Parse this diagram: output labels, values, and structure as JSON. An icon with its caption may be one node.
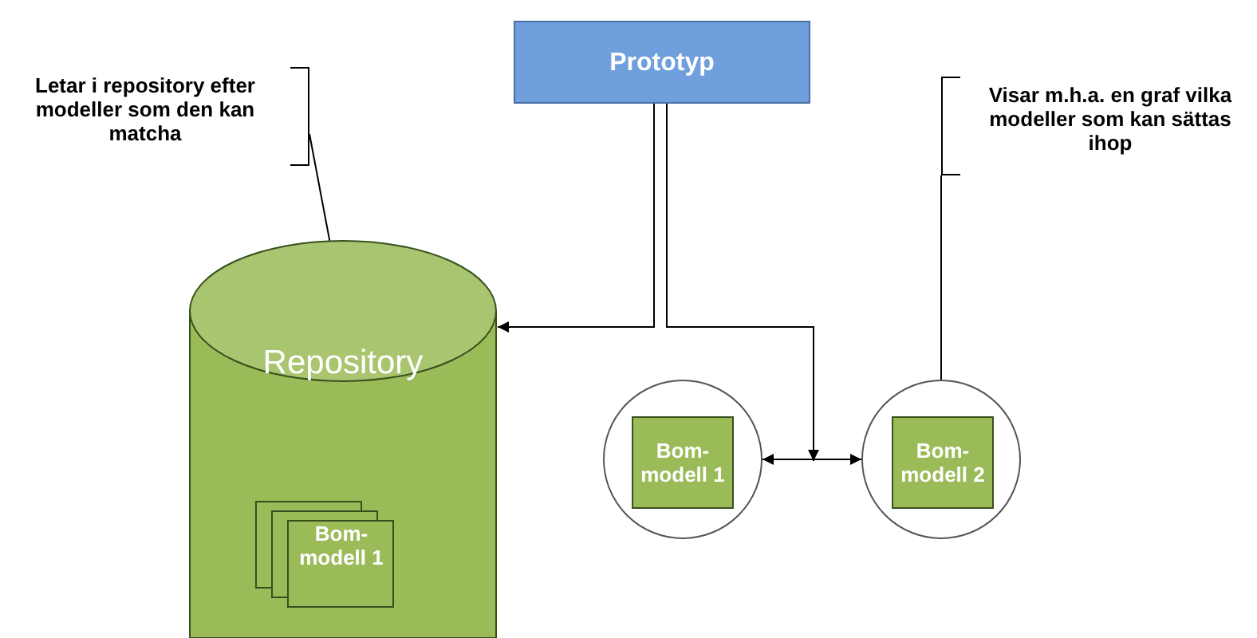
{
  "diagram": {
    "nodes": [
      {
        "text": [
          "Prototyp"
        ]
      },
      {
        "text": [
          "Letar i repository efter modeller som den kan matcha"
        ]
      },
      {
        "text": [
          "Visar m.h.a. en graf vilka modeller som kan sättas ihop"
        ]
      },
      {
        "text": [
          "Repository"
        ]
      },
      {
        "text": [
          "Bom-modell 1"
        ],
        "in": 3
      },
      {
        "text": [],
        "shape": "circle"
      },
      {
        "text": [
          "Bom-modell 1"
        ],
        "in": 5
      },
      {
        "text": [],
        "shape": "circle"
      },
      {
        "text": [
          "Bom-modell 2"
        ],
        "in": 7
      }
    ],
    "edges": [
      {
        "from": 0,
        "to": 3,
        "arrow": "to"
      },
      {
        "from": 0,
        "to": null,
        "arrow": "to"
      },
      {
        "from": 5,
        "to": 7,
        "arrow": "both"
      },
      {
        "from": 1,
        "to": 3,
        "arrow": "none"
      },
      {
        "from": 2,
        "to": 7,
        "arrow": "none"
      }
    ]
  }
}
